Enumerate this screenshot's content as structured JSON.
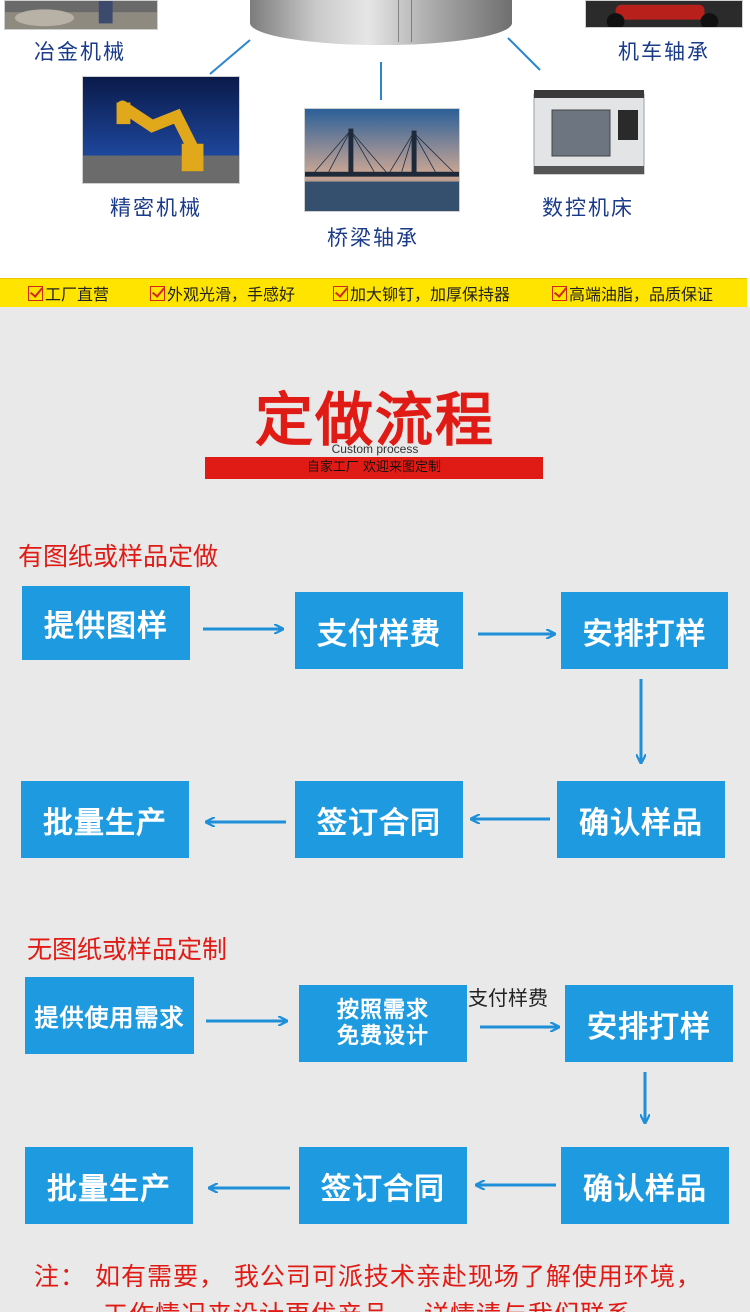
{
  "applications": {
    "metallurgy": "冶金机械",
    "motorcycle_bearing": "机车轴承",
    "precision_machinery": "精密机械",
    "bridge_bearing": "桥梁轴承",
    "cnc_machine": "数控机床"
  },
  "features": [
    "工厂直营",
    "外观光滑，手感好",
    "加大铆钉，加厚保持器",
    "高端油脂，品质保证"
  ],
  "process": {
    "title": "定做流程",
    "subtitle_en": "Custom process",
    "banner": "自家工厂 欢迎来图定制",
    "with_drawing": {
      "heading": "有图纸或样品定做",
      "steps": [
        "提供图样",
        "支付样费",
        "安排打样",
        "确认样品",
        "签订合同",
        "批量生产"
      ]
    },
    "without_drawing": {
      "heading": "无图纸或样品定制",
      "steps": [
        "提供使用需求",
        "按照需求\n免费设计",
        "安排打样",
        "确认样品",
        "签订合同",
        "批量生产"
      ],
      "arrow_note": "支付样费"
    },
    "note_line1": "注：  如有需要，  我公司可派技术亲赴现场了解使用环境，",
    "note_line2": "工作情况来设计更优产品，  详情请与我们联系"
  },
  "colors": {
    "step_box": "#1e9be0",
    "accent_red": "#e01a14",
    "feature_strip": "#ffe400",
    "label_blue": "#1a3a8a"
  }
}
